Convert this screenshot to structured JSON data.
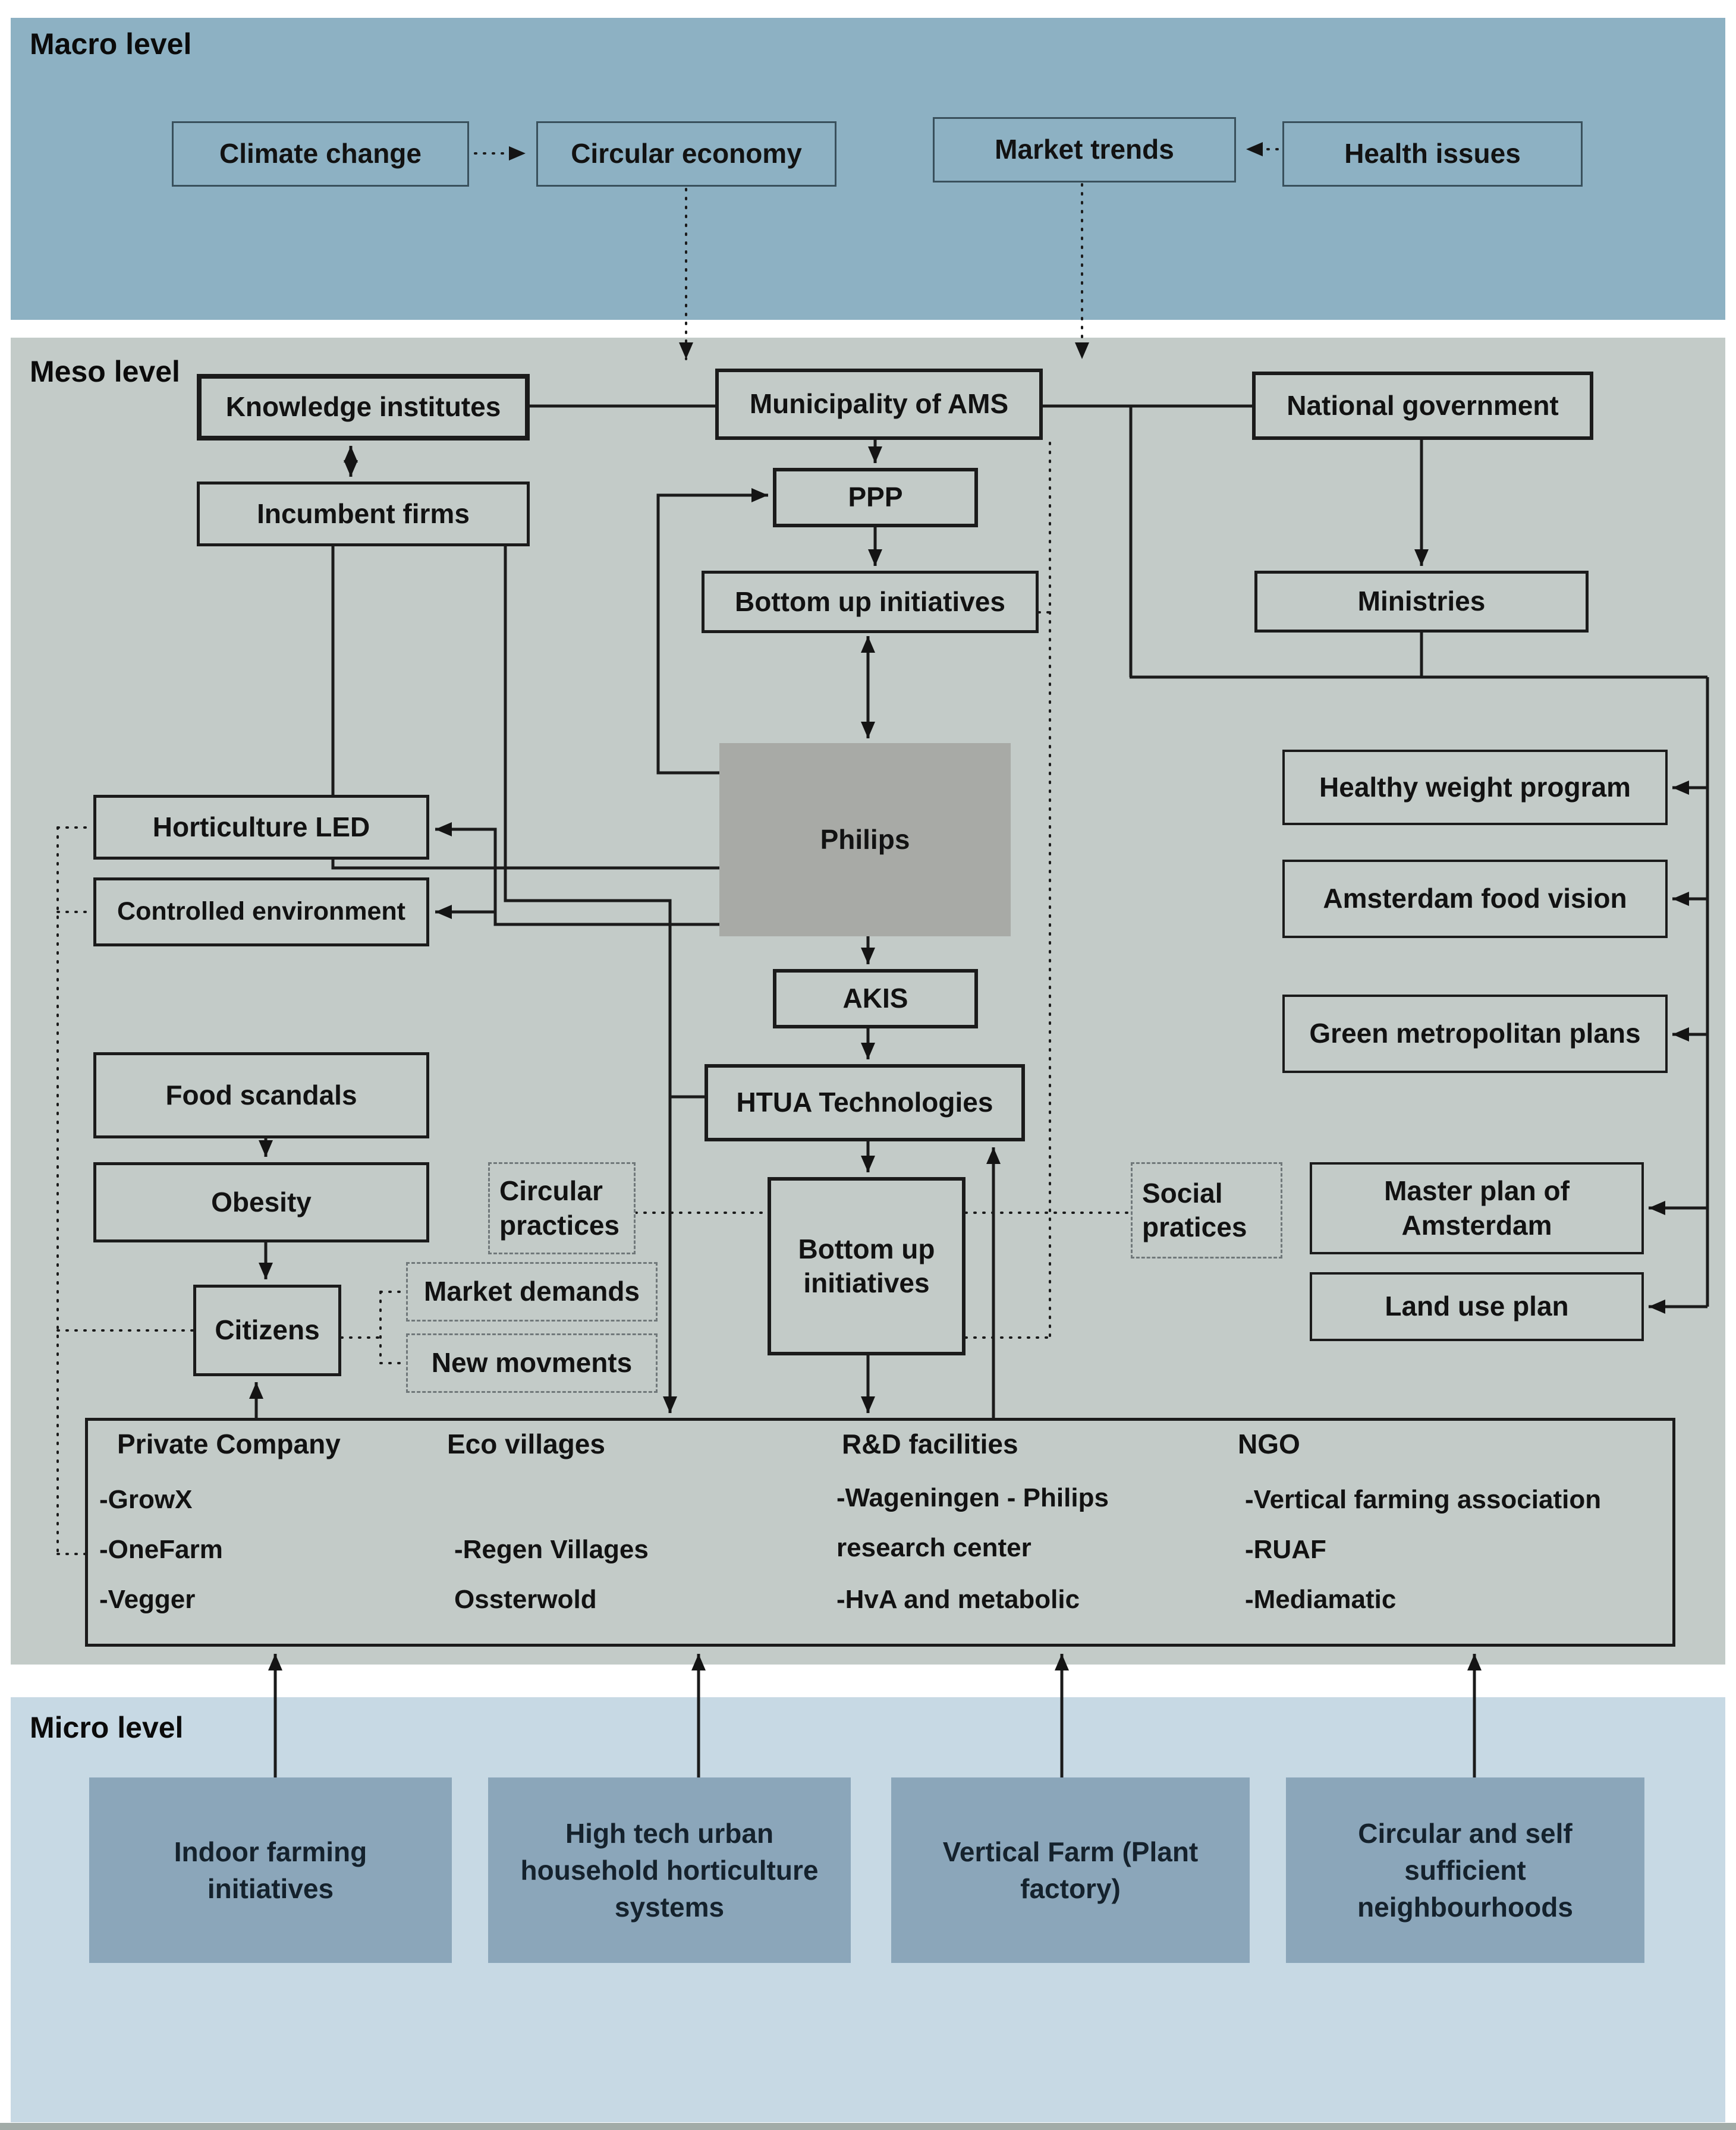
{
  "colors": {
    "macro_bg": "#8db1c3",
    "meso_bg": "#c3cbc8",
    "micro_bg": "#c7d9e4",
    "micro_node_bg": "#8ba6ba",
    "philips_bg": "#a8aaa6",
    "line": "#1b1b1b"
  },
  "levels": {
    "macro": {
      "label": "Macro level"
    },
    "meso": {
      "label": "Meso level"
    },
    "micro": {
      "label": "Micro level"
    }
  },
  "macro": {
    "climate_change": "Climate change",
    "circular_economy": "Circular economy",
    "market_trends": "Market trends",
    "health_issues": "Health issues"
  },
  "meso": {
    "knowledge_institutes": "Knowledge institutes",
    "municipality": "Municipality of AMS",
    "national_government": "National government",
    "incumbent_firms": "Incumbent firms",
    "ppp": "PPP",
    "bottom_up_initiatives_top": "Bottom up initiatives",
    "philips": "Philips",
    "ministries": "Ministries",
    "healthy_weight_program": "Healthy weight program",
    "amsterdam_food_vision": "Amsterdam food vision",
    "green_metropolitan_plans": "Green metropolitan plans",
    "horticulture_led": "Horticulture LED",
    "controlled_environment": "Controlled environment",
    "akis": "AKIS",
    "htua_technologies": "HTUA Technologies",
    "food_scandals": "Food scandals",
    "obesity": "Obesity",
    "citizens": "Citizens",
    "circular_practices": "Circular practices",
    "bottom_up_initiatives_center": "Bottom up initiatives",
    "social_pratices": "Social pratices",
    "master_plan": "Master plan of Amsterdam",
    "land_use_plan": "Land use plan",
    "market_demands": "Market demands",
    "new_movments": "New movments"
  },
  "big_box": {
    "columns": [
      {
        "header": "Private Company",
        "items": [
          "-GrowX",
          "-OneFarm",
          "-Vegger"
        ]
      },
      {
        "header": "Eco villages",
        "items": [
          "-Regen Villages",
          "Ossterwold"
        ]
      },
      {
        "header": "R&D facilities",
        "items": [
          "-Wageningen - Philips research center",
          "-HvA and metabolic"
        ]
      },
      {
        "header": "NGO",
        "items": [
          "-Vertical farming association",
          "-RUAF",
          "-Mediamatic"
        ]
      }
    ]
  },
  "micro": {
    "indoor_farming": "Indoor farming initiatives",
    "high_tech": "High tech urban household horticulture systems",
    "vertical_farm": "Vertical Farm (Plant factory)",
    "circular_self": "Circular and self sufficient neighbourhoods"
  }
}
